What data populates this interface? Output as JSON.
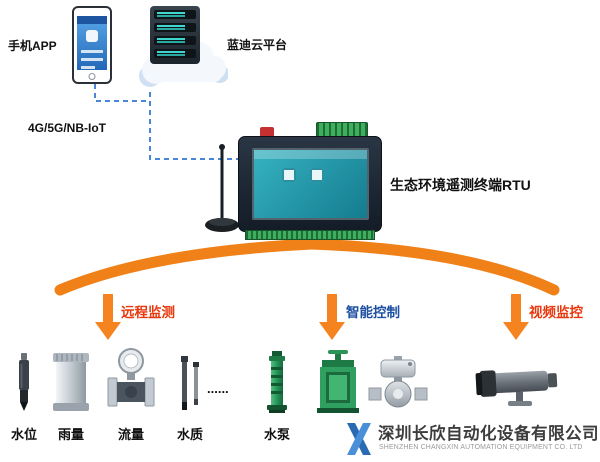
{
  "labels": {
    "phone": "手机APP",
    "cloud": "蓝迪云平台",
    "network": "4G/5G/NB-IoT",
    "rtu": "生态环境遥测终端RTU",
    "ellipsis": "......"
  },
  "branches": [
    {
      "label": "远程监测",
      "color": "#e8380d"
    },
    {
      "label": "智能控制",
      "color": "#1d50a2"
    },
    {
      "label": "视频监控",
      "color": "#e8380d"
    }
  ],
  "devices": [
    {
      "icon": "water-level-sensor-icon",
      "label": "水位"
    },
    {
      "icon": "rain-gauge-icon",
      "label": "雨量"
    },
    {
      "icon": "flow-meter-icon",
      "label": "流量"
    },
    {
      "icon": "water-quality-sensor-icon",
      "label": "水质"
    },
    {
      "icon": "water-pump-icon",
      "label": "水泵"
    },
    {
      "icon": "gate-valve-icon",
      "label": ""
    },
    {
      "icon": "ball-valve-icon",
      "label": ""
    },
    {
      "icon": "cctv-camera-icon",
      "label": ""
    }
  ],
  "footer": {
    "company_cn": "深圳长欣自动化设备有限公司",
    "company_en": "SHENZHEN CHANGXIN AUTOMATION EQUIPMENT CO. LTD"
  },
  "accent_colors": {
    "arrow_orange": "#f08119",
    "monitor_red": "#e8380d",
    "control_blue": "#1d50a2",
    "link_blue": "#4a86d8",
    "device_green": "#2fa05f"
  }
}
